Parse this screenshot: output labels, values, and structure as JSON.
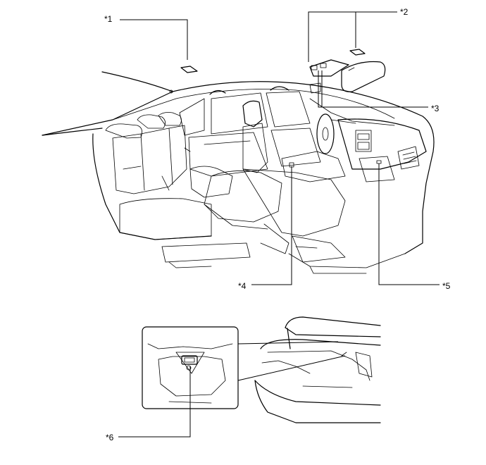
{
  "callouts": {
    "c1": "*1",
    "c2": "*2",
    "c3": "*3",
    "c4": "*4",
    "c5": "*5",
    "c6": "*6"
  }
}
